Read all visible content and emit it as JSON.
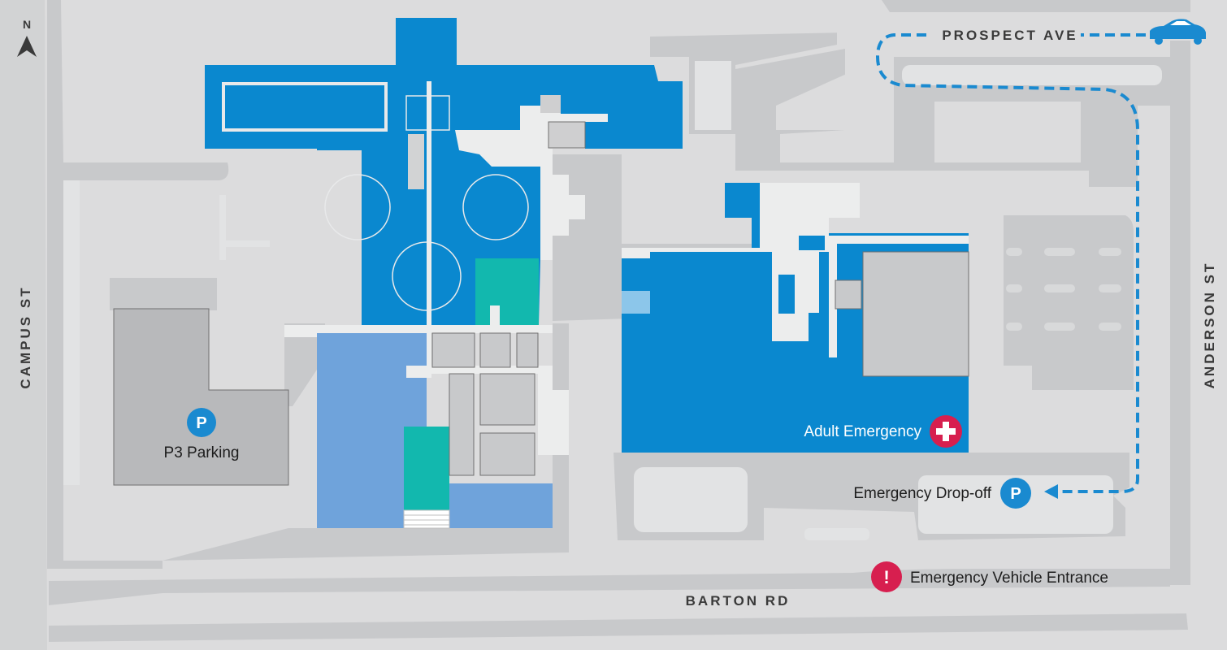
{
  "map": {
    "compass": {
      "label": "N"
    },
    "streets": {
      "north": "PROSPECT AVE",
      "east": "ANDERSON ST",
      "west": "CAMPUS ST",
      "south": "BARTON RD"
    },
    "labels": {
      "parking": "P3 Parking",
      "adult_emergency": "Adult Emergency",
      "drop_off": "Emergency Drop-off",
      "vehicle_entrance": "Emergency Vehicle Entrance"
    },
    "badges": {
      "parking": "P",
      "drop_off": "P",
      "vehicle_entrance": "!"
    },
    "colors": {
      "background": "#dcdcdd",
      "road": "#c8c9cb",
      "building_primary": "#0a88cf",
      "building_secondary": "#6fa3db",
      "building_teal": "#12b8ae",
      "parking_structure": "#b8b9bb",
      "route": "#1a8ad0",
      "emergency": "#d71f4f"
    }
  }
}
